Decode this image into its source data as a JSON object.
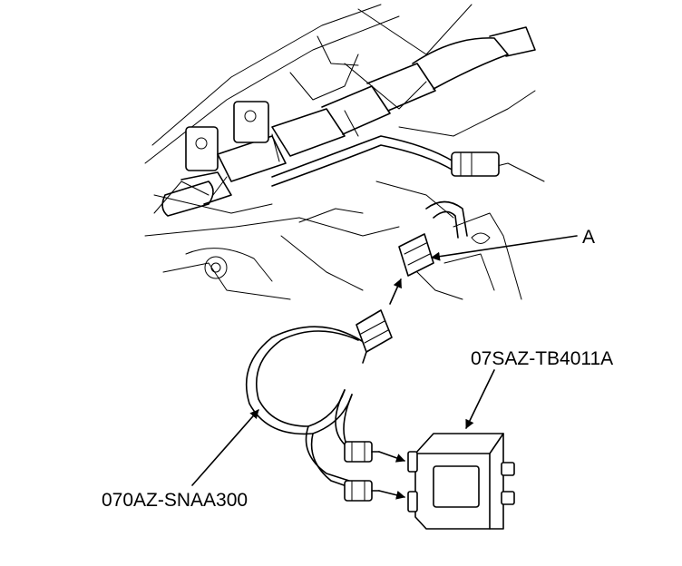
{
  "callouts": {
    "connector": "A",
    "tool_box": "07SAZ-TB4011A",
    "harness": "070AZ-SNAA300"
  }
}
